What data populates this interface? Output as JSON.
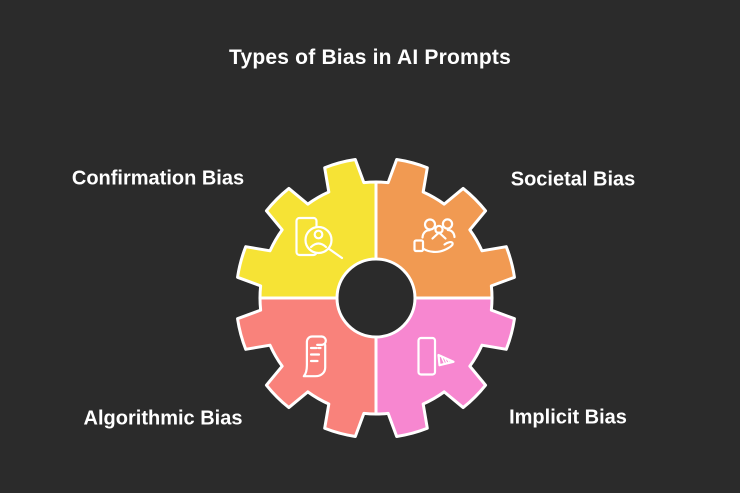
{
  "title": "Types of Bias in AI Prompts",
  "background_color": "#2b2b2b",
  "outline_color": "#ffffff",
  "text_color": "#ffffff",
  "segments": [
    {
      "label": "Confirmation Bias",
      "quadrant": "top-left",
      "color": "#f6e335",
      "icon": "profile-search-icon"
    },
    {
      "label": "Societal Bias",
      "quadrant": "top-right",
      "color": "#f19a52",
      "icon": "people-in-hand-icon"
    },
    {
      "label": "Algorithmic Bias",
      "quadrant": "bottom-left",
      "color": "#f9827b",
      "icon": "scroll-icon"
    },
    {
      "label": "Implicit Bias",
      "quadrant": "bottom-right",
      "color": "#f787d0",
      "icon": "shape-reveal-icon"
    }
  ],
  "gear": {
    "segments_count": 4,
    "teeth_total": 12,
    "teeth_per_segment": 3,
    "center_hole": true
  }
}
